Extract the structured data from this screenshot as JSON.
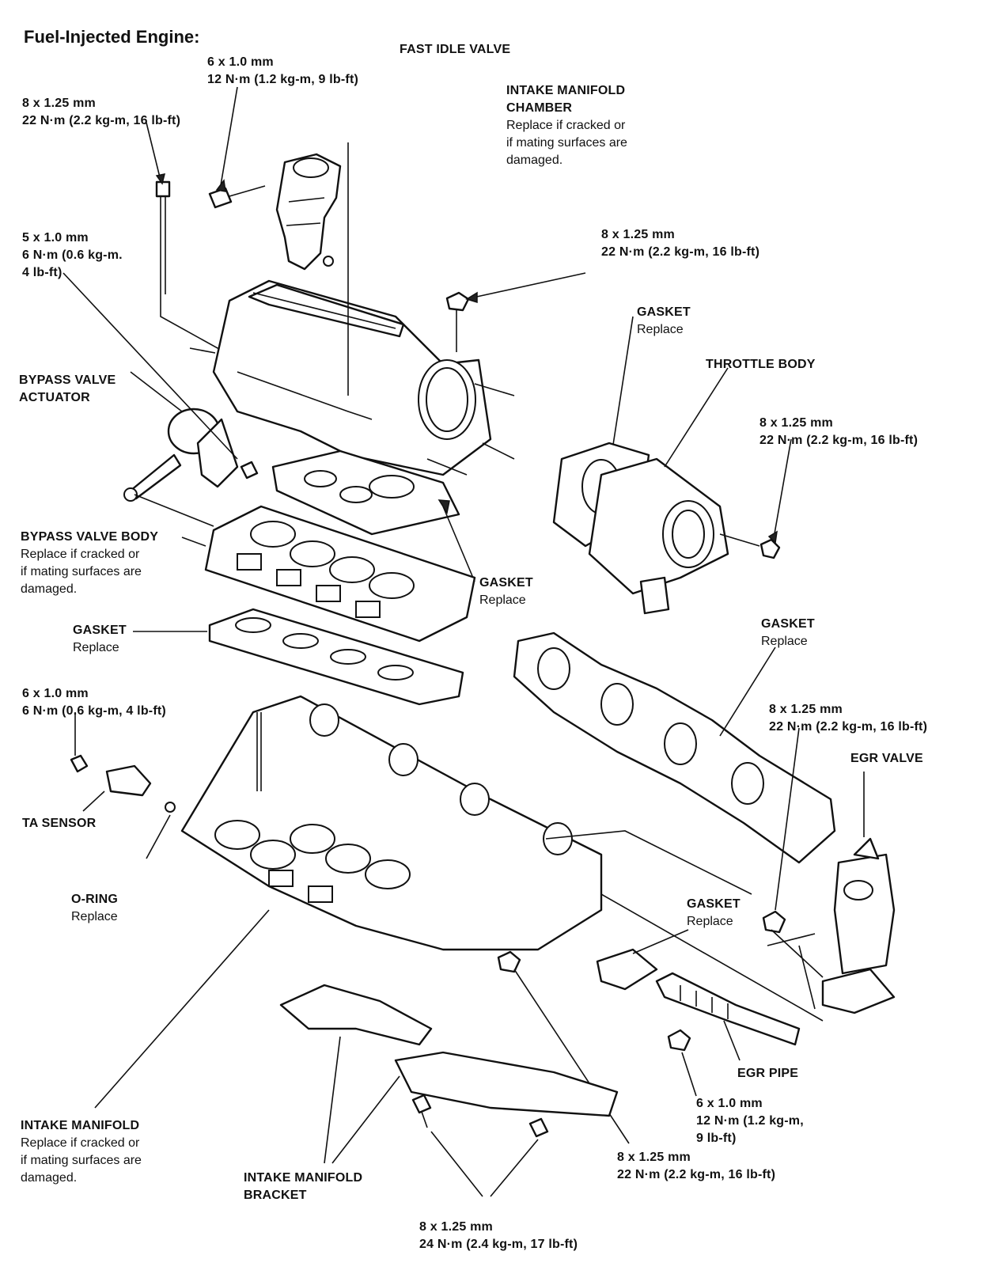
{
  "title": "Fuel-Injected Engine:",
  "labels": {
    "fast_idle_valve": "FAST IDLE VALVE",
    "fiv_bolt": {
      "size": "6 x 1.0 mm",
      "torque": "12 N·m (1.2 kg-m, 9 lb-ft)"
    },
    "stud_bolt": {
      "size": "8 x 1.25 mm",
      "torque": "22 N·m (2.2 kg-m, 16 lb-ft)"
    },
    "chamber": {
      "name1": "INTAKE MANIFOLD",
      "name2": "CHAMBER",
      "note1": "Replace if cracked or",
      "note2": "if mating surfaces are",
      "note3": "damaged."
    },
    "actuator_bolt": {
      "size": "5 x 1.0 mm",
      "torque1": "6 N·m (0.6 kg-m.",
      "torque2": "4 lb-ft)"
    },
    "chamber_nut": {
      "size": "8 x 1.25 mm",
      "torque": "22 N·m (2.2 kg-m, 16 lb-ft)"
    },
    "gasket_tb": {
      "name": "GASKET",
      "note": "Replace"
    },
    "throttle_body": "THROTTLE BODY",
    "tb_nut": {
      "size": "8 x 1.25 mm",
      "torque": "22 N·m (2.2 kg-m, 16 lb-ft)"
    },
    "bypass_actuator": {
      "name1": "BYPASS VALVE",
      "name2": "ACTUATOR"
    },
    "bypass_body": {
      "name": "BYPASS VALVE BODY",
      "note1": "Replace if cracked or",
      "note2": "if mating surfaces are",
      "note3": "damaged."
    },
    "gasket_upper": {
      "name": "GASKET",
      "note": "Replace"
    },
    "gasket_lower": {
      "name": "GASKET",
      "note": "Replace"
    },
    "gasket_head": {
      "name": "GASKET",
      "note": "Replace"
    },
    "ta_bolt": {
      "size": "6 x 1.0 mm",
      "torque": "6 N·m (0.6 kg-m, 4 lb-ft)"
    },
    "head_nut": {
      "size": "8 x 1.25 mm",
      "torque": "22 N·m (2.2 kg-m, 16 lb-ft)"
    },
    "egr_valve": "EGR VALVE",
    "ta_sensor": "TA SENSOR",
    "o_ring": {
      "name": "O-RING",
      "note": "Replace"
    },
    "gasket_egr": {
      "name": "GASKET",
      "note": "Replace"
    },
    "egr_pipe": "EGR PIPE",
    "egr_nut": {
      "size": "6 x 1.0 mm",
      "torque1": "12 N·m (1.2 kg-m,",
      "torque2": "9 lb-ft)"
    },
    "intake_manifold": {
      "name": "INTAKE MANIFOLD",
      "note1": "Replace if cracked or",
      "note2": "if mating surfaces are",
      "note3": "damaged."
    },
    "bracket": {
      "name1": "INTAKE MANIFOLD",
      "name2": "BRACKET"
    },
    "manifold_nut": {
      "size": "8 x 1.25 mm",
      "torque": "22 N·m (2.2 kg-m, 16 lb-ft)"
    },
    "bracket_bolt": {
      "size": "8 x 1.25 mm",
      "torque": "24 N·m (2.4 kg-m, 17 lb-ft)"
    }
  }
}
